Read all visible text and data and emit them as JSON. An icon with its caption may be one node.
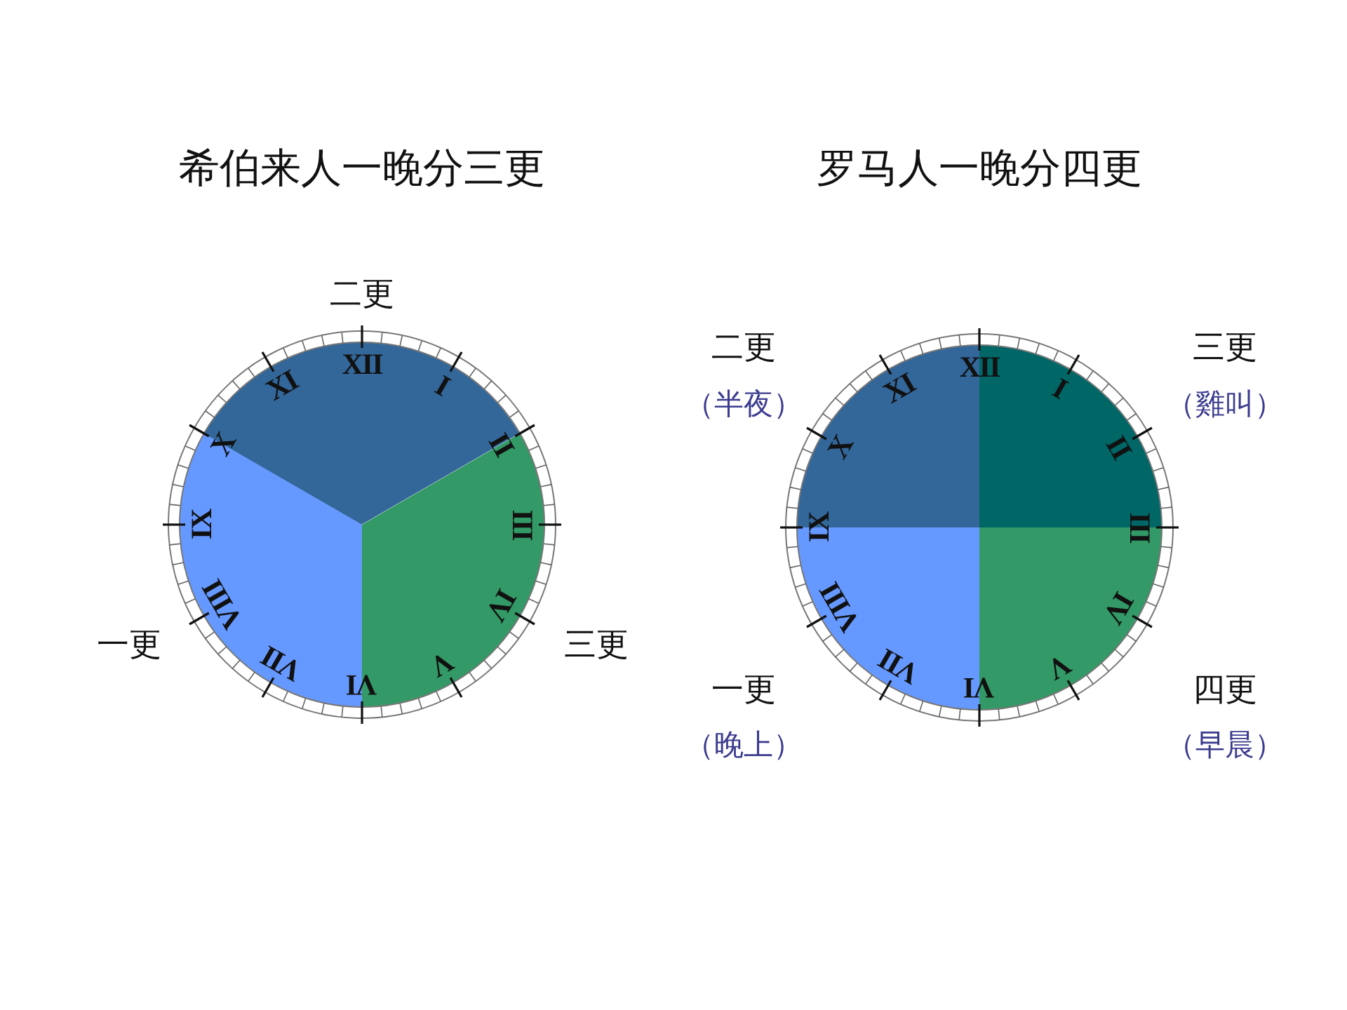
{
  "diagram": {
    "nodes": [
      {
        "text": [
          "希伯来人一晚分三更"
        ]
      },
      {
        "text": [],
        "shape": "wedge",
        "in": 0,
        "beside": [
          "二更"
        ]
      },
      {
        "text": [],
        "shape": "wedge",
        "in": 0,
        "beside": [
          "一更"
        ]
      },
      {
        "text": [],
        "shape": "wedge",
        "in": 0,
        "beside": [
          "三更"
        ]
      },
      {
        "text": [
          "罗马人一晚分四更"
        ]
      },
      {
        "text": [],
        "shape": "wedge",
        "in": 4,
        "beside": [
          "二更",
          "（半夜）"
        ]
      },
      {
        "text": [],
        "shape": "wedge",
        "in": 4,
        "beside": [
          "三更",
          "（雞叫）"
        ]
      },
      {
        "text": [],
        "shape": "wedge",
        "in": 4,
        "beside": [
          "一更",
          "（晚上）"
        ]
      },
      {
        "text": [],
        "shape": "wedge",
        "in": 4,
        "beside": [
          "四更",
          "（早晨）"
        ]
      }
    ],
    "labels": [
      "XII",
      "I",
      "II",
      "III",
      "IV",
      "V",
      "VI",
      "VII",
      "VIII",
      "IX",
      "X",
      "XI",
      "XII",
      "I",
      "II",
      "III",
      "IV",
      "V",
      "VI",
      "VII",
      "VIII",
      "IX",
      "X",
      "XI"
    ]
  }
}
